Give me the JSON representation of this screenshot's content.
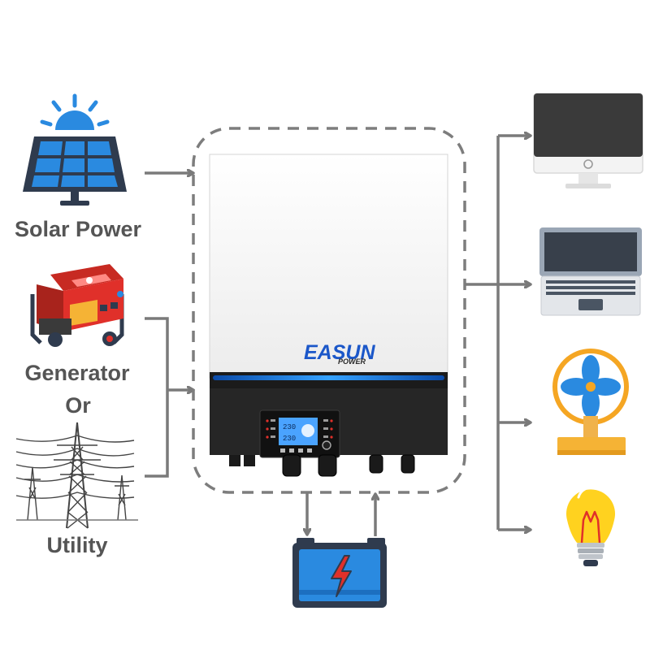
{
  "labels": {
    "solar": "Solar Power",
    "generator": "Generator",
    "or": "Or",
    "utility": "Utility"
  },
  "brand": {
    "main": "EASUN",
    "sub": "POWER"
  },
  "lcd": {
    "line1": "230",
    "line2": "230"
  },
  "icons": {
    "solar": "solar-panel-icon",
    "generator": "generator-icon",
    "utility": "power-tower-icon",
    "battery": "battery-icon",
    "monitor": "monitor-icon",
    "laptop": "laptop-icon",
    "fan": "fan-icon",
    "bulb": "light-bulb-icon"
  },
  "colors": {
    "arrow": "#7a7a7a",
    "icon_blue": "#2a8ae0",
    "icon_navy": "#2f3b4e",
    "generator_red": "#e0302a",
    "bulb_yellow": "#ffd21f",
    "fan_orange": "#f5b335",
    "inverter_dark": "#2b2b2b",
    "inverter_light": "#f4f4f4",
    "led_blue": "#1e8bff"
  }
}
